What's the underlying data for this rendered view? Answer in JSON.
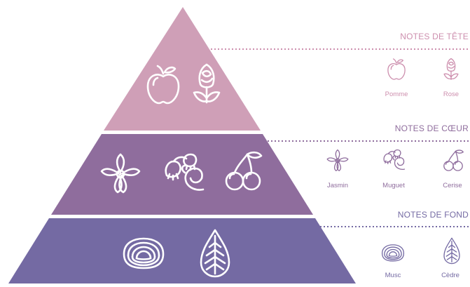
{
  "colors": {
    "top": "#cf9fb7",
    "middle": "#8f6d9d",
    "base": "#746aa3",
    "legend_top": "#cd8fae",
    "legend_middle": "#8f6d9d",
    "legend_base": "#746aa3"
  },
  "tiers": [
    {
      "label": "NOTES DE TÊTE",
      "notes": [
        {
          "name": "Pomme",
          "icon": "apple-icon"
        },
        {
          "name": "Rose",
          "icon": "rose-icon"
        }
      ]
    },
    {
      "label": "NOTES DE CŒUR",
      "notes": [
        {
          "name": "Jasmin",
          "icon": "jasmine-icon"
        },
        {
          "name": "Muguet",
          "icon": "lily-of-the-valley-icon"
        },
        {
          "name": "Cerise",
          "icon": "cherry-icon"
        }
      ]
    },
    {
      "label": "NOTES DE FOND",
      "notes": [
        {
          "name": "Musc",
          "icon": "musk-icon"
        },
        {
          "name": "Cèdre",
          "icon": "cedar-icon"
        }
      ]
    }
  ]
}
